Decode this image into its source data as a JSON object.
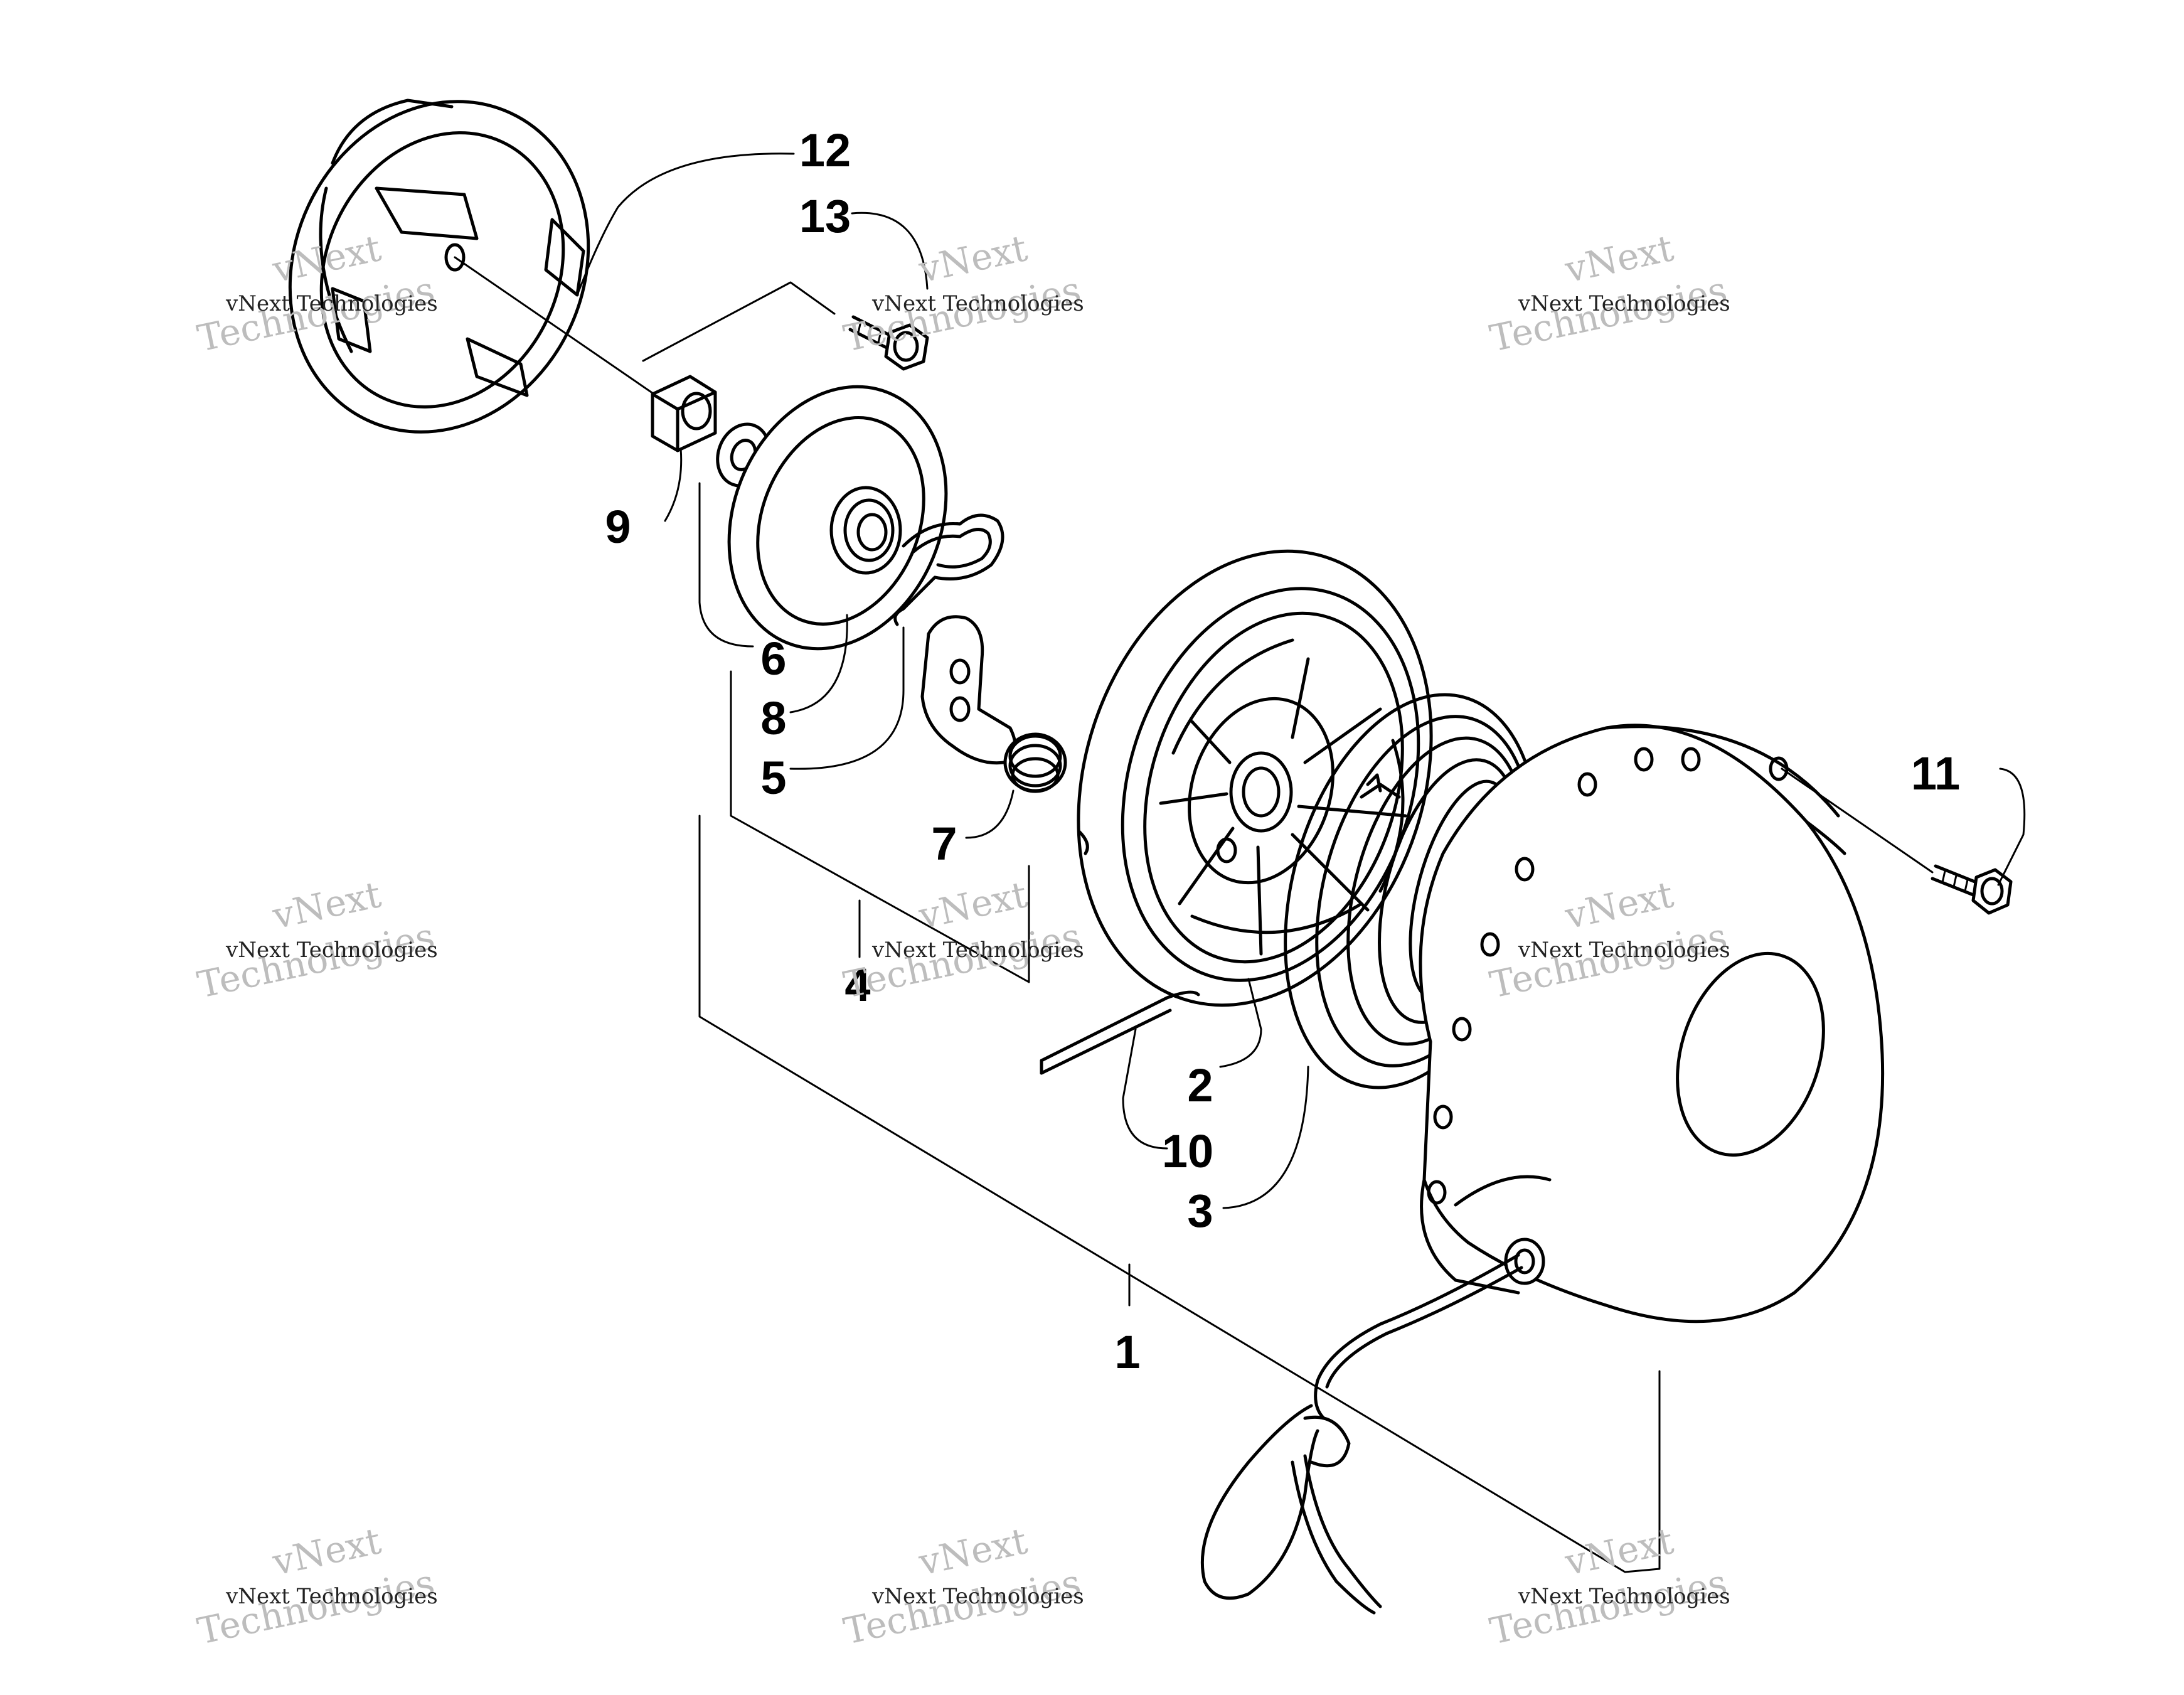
{
  "callouts": [
    {
      "id": "12",
      "text": "12"
    },
    {
      "id": "13",
      "text": "13"
    },
    {
      "id": "9",
      "text": "9"
    },
    {
      "id": "6",
      "text": "6"
    },
    {
      "id": "8",
      "text": "8"
    },
    {
      "id": "5",
      "text": "5"
    },
    {
      "id": "7",
      "text": "7"
    },
    {
      "id": "4",
      "text": "4"
    },
    {
      "id": "11",
      "text": "11"
    },
    {
      "id": "2",
      "text": "2"
    },
    {
      "id": "10",
      "text": "10"
    },
    {
      "id": "3",
      "text": "3"
    },
    {
      "id": "1",
      "text": "1"
    }
  ],
  "watermark": {
    "line1": "vNext Technologies",
    "line2": "vNext",
    "line3": "Technologies"
  }
}
